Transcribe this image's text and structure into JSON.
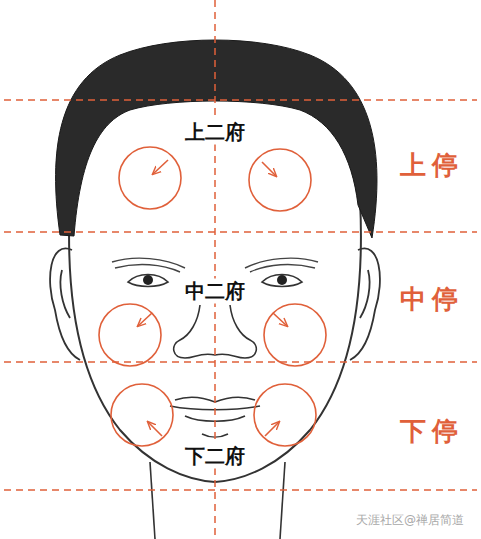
{
  "diagram": {
    "labels": [
      "上二府",
      "中二府",
      "下二府",
      "上停",
      "中停",
      "下停",
      "天涯社区@禅居简道"
    ]
  }
}
